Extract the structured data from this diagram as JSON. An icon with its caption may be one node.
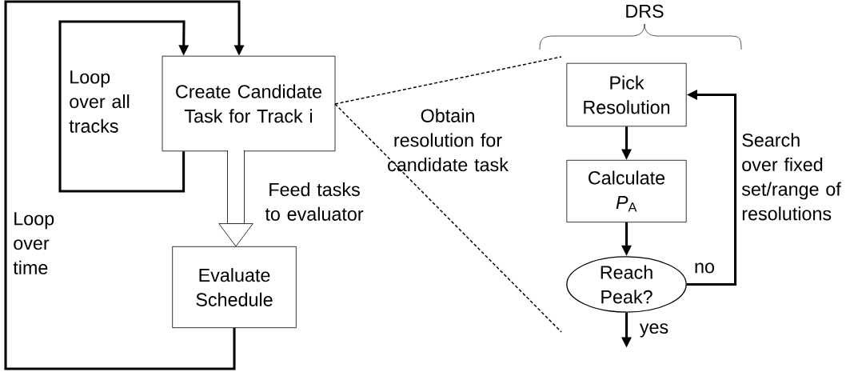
{
  "diagram": {
    "nodes": [
      {
        "text": [
          "Create Candidate Task for Track i"
        ]
      },
      {
        "text": [
          "Evaluate Schedule"
        ]
      },
      {
        "text": [
          "Pick Resolution"
        ]
      },
      {
        "text": [
          "Calculate",
          "*P*$_{A}$"
        ]
      },
      {
        "text": [
          "Reach Peak?"
        ]
      }
    ],
    "edges": [
      {
        "from": 0,
        "to": 0,
        "arrow": "to",
        "label": "Loop over all tracks"
      },
      {
        "from": 1,
        "to": 0,
        "arrow": "to",
        "label": "Loop over time"
      },
      {
        "from": 0,
        "to": 1,
        "arrow": "to",
        "style": "thick",
        "label": "Feed tasks to evaluator"
      },
      {
        "from": 2,
        "to": 3,
        "arrow": "to"
      },
      {
        "from": 3,
        "to": 4,
        "arrow": "to"
      },
      {
        "from": 4,
        "to": 2,
        "arrow": "to",
        "label": "no"
      },
      {
        "from": 4,
        "to": null,
        "arrow": "to",
        "label": "yes"
      }
    ],
    "labels": [
      "DRS",
      "Obtain resolution for candidate task",
      "Search over fixed set/range of resolutions"
    ]
  }
}
